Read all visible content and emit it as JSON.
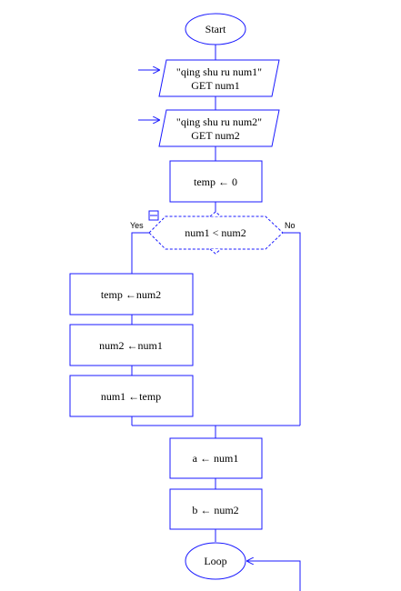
{
  "flowchart": {
    "start": "Start",
    "input1": {
      "prompt": "\"qing shu ru num1\"",
      "get": "GET num1"
    },
    "input2": {
      "prompt": "\"qing shu ru num2\"",
      "get": "GET num2"
    },
    "assign_temp": "temp ← 0",
    "decision": {
      "condition": "num1 < num2",
      "yes_label": "Yes",
      "no_label": "No"
    },
    "swap1": "temp ←num2",
    "swap2": "num2 ←num1",
    "swap3": "num1 ←temp",
    "assign_a": "a ← num1",
    "assign_b": "b ← num2",
    "loop": "Loop"
  },
  "colors": {
    "stroke": "#1a1aff",
    "fill": "#ffffff",
    "text": "#000000"
  }
}
